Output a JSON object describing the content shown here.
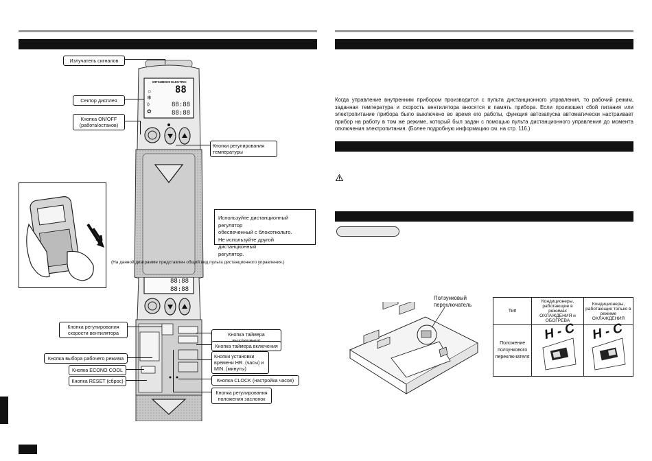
{
  "left": {
    "callouts": {
      "emitter": "Излучатель сигналов",
      "display": "Сектор дисплея",
      "onoff": "Кнопка ON/OFF\n(работа/останов)",
      "temp": "Кнопки    регулирования\nтемпературы",
      "fan": "Кнопка регулирования\nскорости вентилятора",
      "mode": "Кнопка выбора рабочего режима",
      "econo": "Кнопка ECONO COOL",
      "reset": "Кнопка RESET (сброс)",
      "timer_off": "Кнопка таймера выключения",
      "timer_on": "Кнопка таймера включения",
      "time_set": "Кнопки установки\nвремени HR. (часы) и\nMIN. (минуты)",
      "clock": "Кнопка CLOCK (настройка часов)",
      "vane": "Кнопка регулирования\nположения заслонок"
    },
    "note": "Используйте дистанционный регулятор\nобеспеченный с блокоткольто.\nНе используйте другой дистанционный\nрегулятор.",
    "caption": "(На данной диаграмме представлен общий вид пульта дистанционного управления.)",
    "remote": {
      "brand": "MITSUBISHI ELECTRIC",
      "display_temp": "88",
      "timer_a": "88:88",
      "timer_b": "88:88",
      "lower_timer_a": "88:88",
      "lower_timer_b": "88:88"
    }
  },
  "right": {
    "paragraph": "Когда управление внутренним прибором производится с пульта дистанционного управления, то рабочий режим, заданная температура и скорость вентилятора вносятся в память прибора. Если произошел сбой питания или электропитание прибора было выключено во время его работы, функция автозапуска автоматически настраивает прибор на работу в том же режиме, который был задан с помощью пульта дистанционного управления до момента отключения электропитания. (Более подробную информацию см. на стр. 116.)",
    "warning_icon": "warning-triangle-icon",
    "slider_label": "Ползунковый\nпереключатель",
    "table": {
      "col_type": "Тип",
      "col_heat": "Кондиционеры, работающие в режимах ОХЛАЖДЕНИЯ и ОБОГРЕВА",
      "col_cool": "Кондиционеры, работающие только в режиме ОХЛАЖДЕНИЯ",
      "row_label": "Положение ползункового переключателя",
      "switch_letters": "H - C"
    }
  }
}
